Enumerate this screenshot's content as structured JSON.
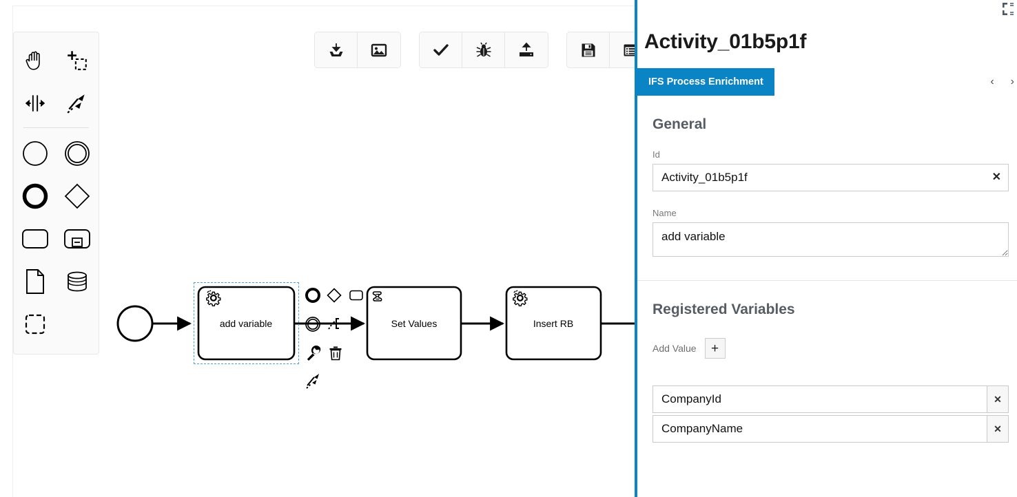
{
  "canvas": {
    "palette": {
      "name": "bpmn-palette",
      "tools": [
        {
          "id": "hand-tool",
          "icon": "hand-icon",
          "label": "Activate hand tool"
        },
        {
          "id": "lasso-tool",
          "icon": "lasso-icon",
          "label": "Activate lasso tool"
        },
        {
          "id": "space-tool",
          "icon": "space-tool-icon",
          "label": "Activate create/remove space tool"
        },
        {
          "id": "global-connect-tool",
          "icon": "connect-arrow-icon",
          "label": "Activate global connect tool"
        },
        {
          "id": "start-event",
          "icon": "circle-thin-icon",
          "label": "Create StartEvent"
        },
        {
          "id": "intermediate-event",
          "icon": "double-circle-icon",
          "label": "Create Intermediate/Boundary Event"
        },
        {
          "id": "end-event",
          "icon": "circle-thick-icon",
          "label": "Create EndEvent"
        },
        {
          "id": "gateway",
          "icon": "diamond-icon",
          "label": "Create Gateway"
        },
        {
          "id": "task",
          "icon": "rounded-rect-icon",
          "label": "Create Task"
        },
        {
          "id": "subprocess",
          "icon": "subprocess-icon",
          "label": "Create expanded SubProcess"
        },
        {
          "id": "data-object",
          "icon": "document-icon",
          "label": "Create DataObjectReference"
        },
        {
          "id": "data-store",
          "icon": "database-icon",
          "label": "Create DataStoreReference"
        },
        {
          "id": "group",
          "icon": "dashed-square-icon",
          "label": "Create Group"
        }
      ]
    },
    "toolbar": {
      "groups": [
        {
          "name": "export-group",
          "buttons": [
            {
              "id": "download-diagram",
              "icon": "download-icon",
              "label": "Download"
            },
            {
              "id": "export-image",
              "icon": "image-icon",
              "label": "Export image"
            }
          ]
        },
        {
          "name": "validate-group",
          "buttons": [
            {
              "id": "validate",
              "icon": "checkmark-icon",
              "label": "Validate"
            },
            {
              "id": "debug",
              "icon": "bug-icon",
              "label": "Debug"
            },
            {
              "id": "deploy",
              "icon": "upload-icon",
              "label": "Deploy"
            }
          ]
        },
        {
          "name": "persist-group",
          "buttons": [
            {
              "id": "save",
              "icon": "floppy-disk-icon",
              "label": "Save"
            },
            {
              "id": "properties-list",
              "icon": "list-icon",
              "label": "Properties list"
            }
          ]
        }
      ]
    },
    "diagram": {
      "elements": [
        {
          "id": "StartEvent_1",
          "type": "start-event",
          "label": ""
        },
        {
          "id": "Activity_01b5p1f",
          "type": "service-task",
          "label": "add variable",
          "selected": true
        },
        {
          "id": "Activity_SetValues",
          "type": "script-task",
          "label": "Set Values"
        },
        {
          "id": "Activity_InsertRB",
          "type": "service-task",
          "label": "Insert RB"
        }
      ],
      "context_pad": [
        {
          "id": "append-end-event",
          "icon": "circle-thick-icon"
        },
        {
          "id": "append-gateway",
          "icon": "diamond-icon"
        },
        {
          "id": "append-task",
          "icon": "rounded-rect-icon"
        },
        {
          "id": "append-intermediate-event",
          "icon": "double-circle-icon"
        },
        {
          "id": "append-text-annotation",
          "icon": "text-annotation-icon"
        },
        {
          "id": "change-type",
          "icon": "wrench-icon"
        },
        {
          "id": "delete",
          "icon": "trash-icon"
        },
        {
          "id": "connect",
          "icon": "connect-arrow-icon"
        }
      ]
    }
  },
  "panel": {
    "title": "Activity_01b5p1f",
    "tabs": {
      "active": "IFS Process Enrichment",
      "prev_icon": "chevron-left-icon",
      "next_icon": "chevron-right-icon"
    },
    "general": {
      "heading": "General",
      "id": {
        "label": "Id",
        "value": "Activity_01b5p1f",
        "clear_icon": "close-icon"
      },
      "name": {
        "label": "Name",
        "value": "add variable"
      }
    },
    "registered_variables": {
      "heading": "Registered Variables",
      "add_value_label": "Add Value",
      "add_button_icon": "plus-icon",
      "rows": [
        {
          "value": "CompanyId",
          "delete_icon": "close-icon"
        },
        {
          "value": "CompanyName",
          "delete_icon": "close-icon"
        }
      ]
    }
  },
  "window": {
    "corner_icon": "resize-corner-icon"
  },
  "colors": {
    "accent": "#0b84c5",
    "panel_border": "#0b84c5",
    "selection": "#4a9eda",
    "heading_text": "#555c63",
    "toolbar_bg": "#fafafa"
  }
}
